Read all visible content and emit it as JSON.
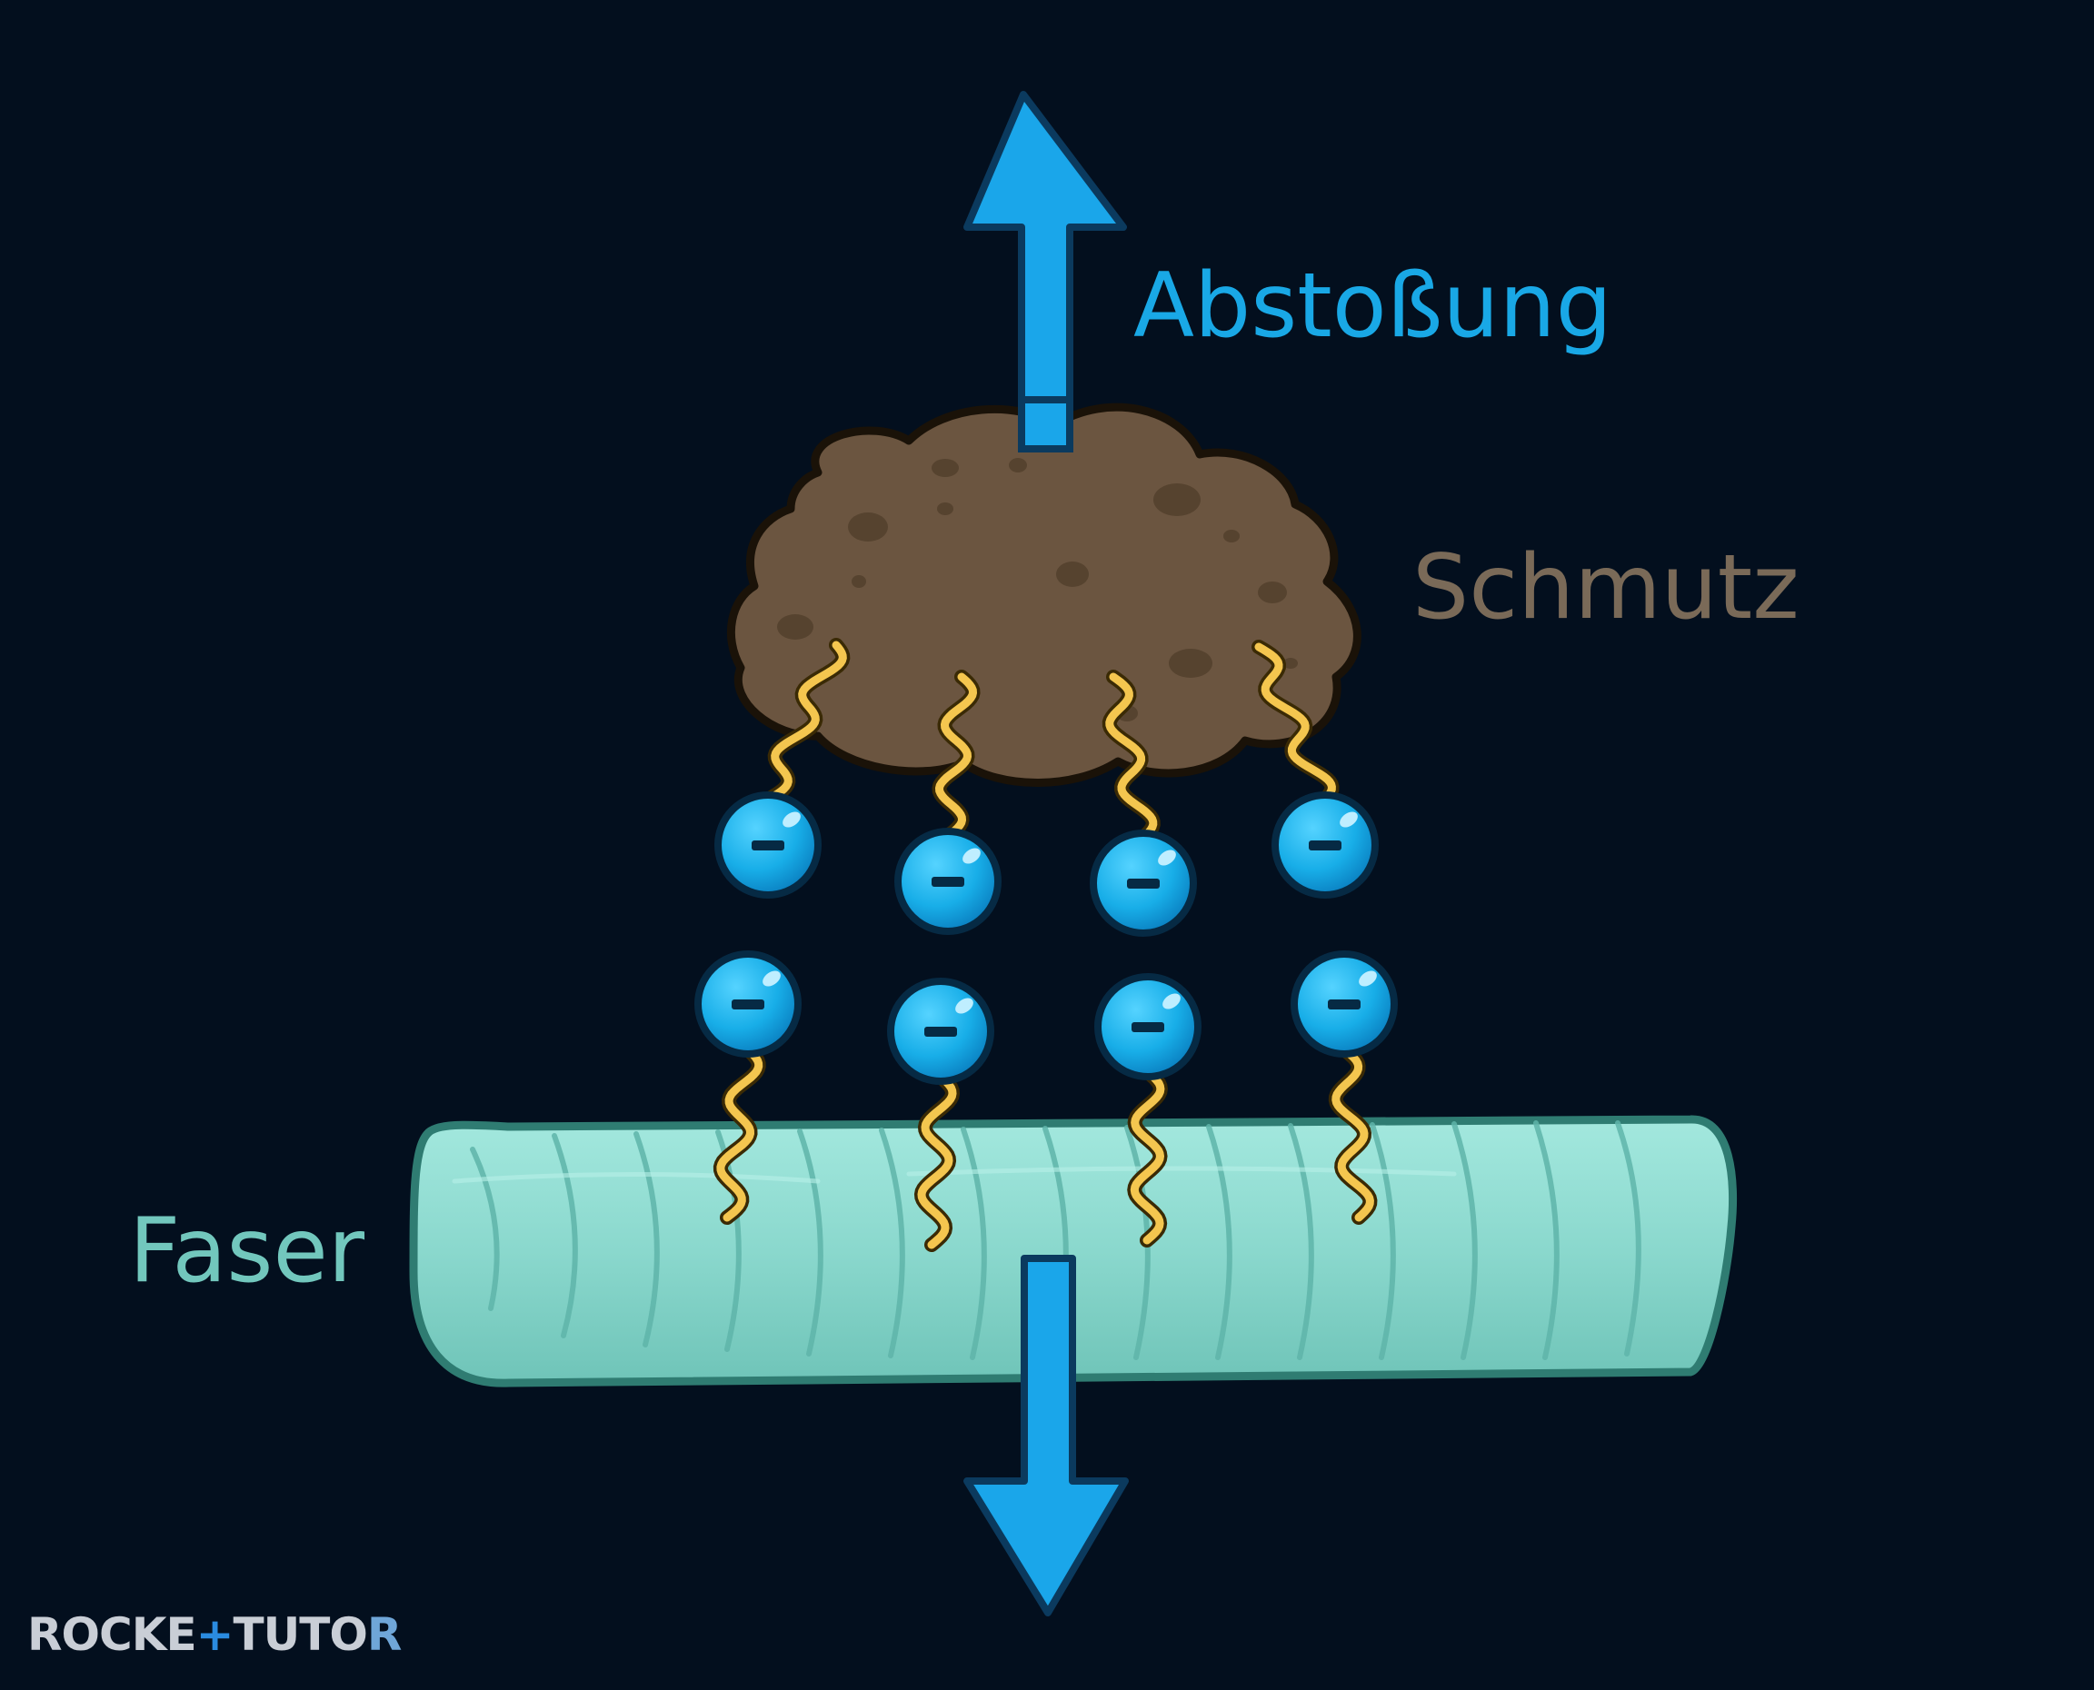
{
  "labels": {
    "repulsion": "Abstoßung",
    "dirt": "Schmutz",
    "fiber": "Faser"
  },
  "molecules": {
    "head_charge_symbol": "−",
    "count_on_dirt": 4,
    "count_on_fiber": 4
  },
  "arrows": {
    "up": "arrow-up-icon",
    "down": "arrow-down-icon"
  },
  "logo": {
    "part1": "ROCKE",
    "part2": "+",
    "part3": "TUTO",
    "part4": "R"
  },
  "colors": {
    "background": "#030f1e",
    "arrow": "#1aa6ea",
    "dirt": "#6b5540",
    "fiber": "#8ed9cf",
    "tail": "#f4c64f",
    "head": "#18aee8"
  }
}
